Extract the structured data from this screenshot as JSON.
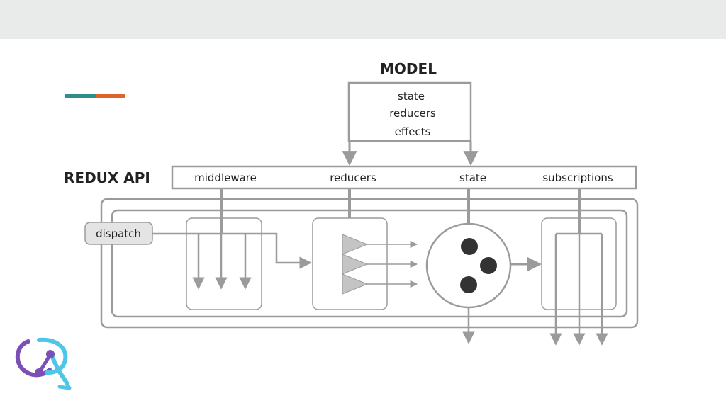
{
  "diagram": {
    "model_title": "MODEL",
    "model_items": [
      "state",
      "reducers",
      "effects"
    ],
    "api_label": "REDUX API",
    "api_items": [
      "middleware",
      "reducers",
      "state",
      "subscriptions"
    ],
    "dispatch_label": "dispatch"
  },
  "colors": {
    "top_bar": "#e9ebeb",
    "accent_teal": "#2e8f8a",
    "accent_orange": "#e0642a",
    "line_gray": "#9b9b9b",
    "dot_dark": "#333333",
    "logo_purple": "#7b4fb6",
    "logo_cyan": "#4fc6e8"
  },
  "icons": {
    "logo": "redux-saga-logo"
  }
}
